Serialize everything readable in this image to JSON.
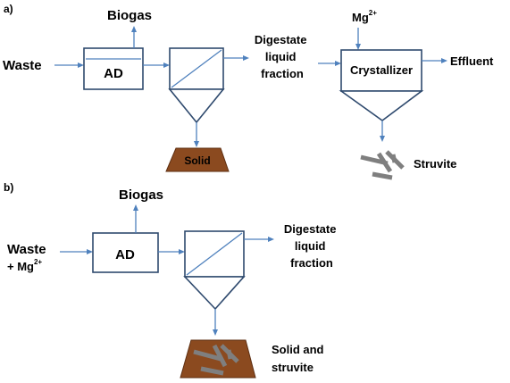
{
  "panel_a": {
    "label": "a)",
    "input": "Waste",
    "ad": "AD",
    "biogas": "Biogas",
    "liquid_line1": "Digestate",
    "liquid_line2": "liquid",
    "liquid_line3": "fraction",
    "mg_base": "Mg",
    "mg_sup": "2+",
    "crystallizer": "Crystallizer",
    "effluent": "Effluent",
    "solid": "Solid",
    "struvite": "Struvite"
  },
  "panel_b": {
    "label": "b)",
    "input_line1": "Waste",
    "input_line2_prefix": "+ Mg",
    "input_sup": "2+",
    "ad": "AD",
    "biogas": "Biogas",
    "liquid_line1": "Digestate",
    "liquid_line2": "liquid",
    "liquid_line3": "fraction",
    "solid_line1": "Solid and",
    "solid_line2": "struvite"
  },
  "colors": {
    "flow_arrow": "#4f81bd",
    "unit_outline": "#2f4a6e",
    "solid_pile": "#8b4a1f",
    "struvite_crystal": "#7f7f7f"
  }
}
